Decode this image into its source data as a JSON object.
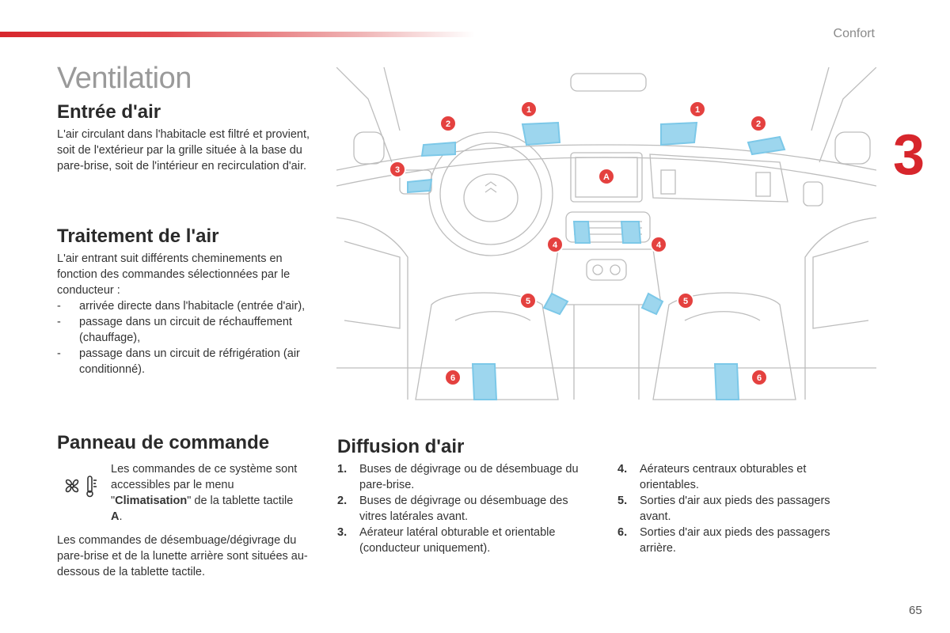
{
  "header": {
    "section": "Confort",
    "chapter": "3",
    "page": "65"
  },
  "title": "Ventilation",
  "entree": {
    "heading": "Entrée d'air",
    "text": "L'air circulant dans l'habitacle est filtré et provient, soit de l'extérieur par la grille située à la base du pare-brise, soit de l'intérieur en recirculation d'air."
  },
  "traitement": {
    "heading": "Traitement de l'air",
    "intro": "L'air entrant suit différents cheminements en fonction des commandes sélectionnées par le conducteur :",
    "items": [
      {
        "mark": "-",
        "text": "arrivée directe dans l'habitacle (entrée d'air),"
      },
      {
        "mark": "-",
        "text": "passage dans un circuit de réchauffement (chauffage),"
      },
      {
        "mark": "-",
        "text": "passage dans un circuit de réfrigération (air conditionné)."
      }
    ]
  },
  "panneau": {
    "heading": "Panneau de commande",
    "text_before": "Les commandes de ce système sont accessibles par le menu \"",
    "menu_name": "Climatisation",
    "text_middle": "\" de la tablette tactile ",
    "tablet_letter": "A",
    "text_after": ".",
    "icon": "climate-control-icon",
    "desembuage": "Les commandes de désembuage/dégivrage du pare-brise et de la lunette arrière sont situées au-dessous de la tablette tactile."
  },
  "diffusion": {
    "heading": "Diffusion d'air",
    "left": [
      {
        "num": "1.",
        "text": "Buses de dégivrage ou de désembuage du pare-brise."
      },
      {
        "num": "2.",
        "text": "Buses de dégivrage ou désembuage des vitres latérales avant."
      },
      {
        "num": "3.",
        "text": "Aérateur latéral obturable et orientable (conducteur uniquement)."
      }
    ],
    "right": [
      {
        "num": "4.",
        "text": "Aérateurs centraux obturables et orientables."
      },
      {
        "num": "5.",
        "text": "Sorties d'air aux pieds des passagers avant."
      },
      {
        "num": "6.",
        "text": "Sorties d'air aux pieds des passagers arrière."
      }
    ]
  },
  "diagram": {
    "badges": [
      "1",
      "1",
      "2",
      "2",
      "3",
      "4",
      "4",
      "5",
      "5",
      "6",
      "6"
    ],
    "screen_label": "A"
  },
  "colors": {
    "accent": "#d7262c",
    "arrow": "#7cc8e8",
    "line": "#bdbdbd"
  }
}
